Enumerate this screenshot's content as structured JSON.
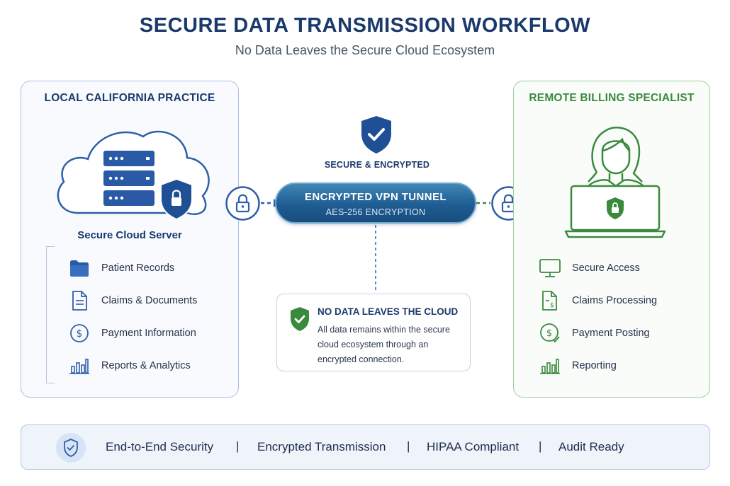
{
  "header": {
    "title": "SECURE DATA TRANSMISSION WORKFLOW",
    "subtitle": "No Data Leaves the Secure Cloud Ecosystem"
  },
  "left_panel": {
    "title": "LOCAL CALIFORNIA PRACTICE",
    "server_label": "Secure Cloud Server",
    "items": [
      {
        "label": "Patient Records",
        "icon": "folder-icon"
      },
      {
        "label": "Claims & Documents",
        "icon": "document-icon"
      },
      {
        "label": "Payment Information",
        "icon": "dollar-icon"
      },
      {
        "label": "Reports & Analytics",
        "icon": "bar-chart-icon"
      }
    ]
  },
  "center": {
    "badge_label": "SECURE & ENCRYPTED",
    "tunnel_title": "ENCRYPTED VPN TUNNEL",
    "tunnel_subtitle": "AES-256 ENCRYPTION",
    "info_title": "NO DATA LEAVES THE CLOUD",
    "info_text": "All data remains within the secure cloud ecosystem through an encrypted connection."
  },
  "right_panel": {
    "title": "REMOTE BILLING SPECIALIST",
    "items": [
      {
        "label": "Secure Access",
        "icon": "monitor-icon"
      },
      {
        "label": "Claims Processing",
        "icon": "document-dollar-icon"
      },
      {
        "label": "Payment Posting",
        "icon": "dollar-check-icon"
      },
      {
        "label": "Reporting",
        "icon": "bar-chart-icon"
      }
    ]
  },
  "footer": {
    "items": [
      "End-to-End Security",
      "Encrypted Transmission",
      "HIPAA Compliant",
      "Audit Ready"
    ],
    "separator": "|"
  },
  "colors": {
    "navy": "#1b3a6b",
    "blue": "#2f5fa8",
    "green": "#3a8a3e",
    "tunnel": "#1f5d92"
  }
}
